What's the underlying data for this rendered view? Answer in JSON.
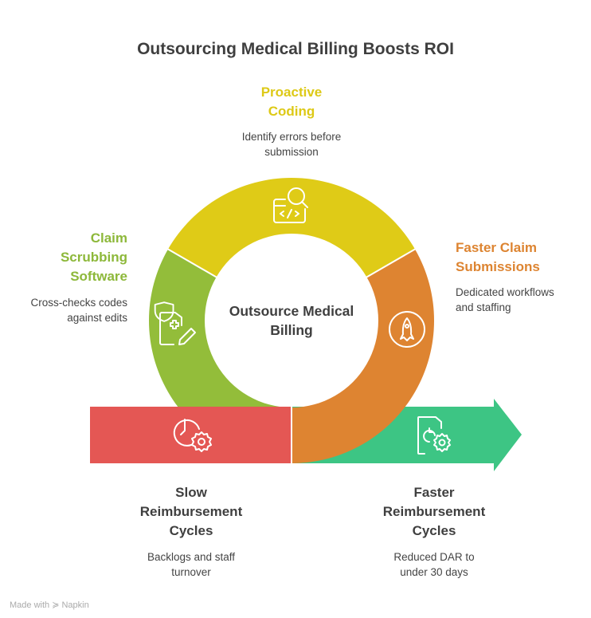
{
  "title": "Outsourcing Medical Billing Boosts ROI",
  "center_label": [
    "Outsource Medical",
    "Billing"
  ],
  "colors": {
    "yellow": "#DFCB17",
    "green": "#93BD3A",
    "orange": "#DE8431",
    "red": "#E45754",
    "teal": "#3DC584",
    "text": "#444444"
  },
  "stages": [
    {
      "id": "proactive-coding",
      "title": [
        "Proactive",
        "Coding"
      ],
      "desc": [
        "Identify errors before",
        "submission"
      ],
      "icon": "code-search-icon"
    },
    {
      "id": "claim-scrubbing",
      "title": [
        "Claim",
        "Scrubbing",
        "Software"
      ],
      "desc": [
        "Cross-checks codes",
        "against edits"
      ],
      "icon": "shield-edit-icon"
    },
    {
      "id": "faster-submissions",
      "title": [
        "Faster Claim",
        "Submissions"
      ],
      "desc": [
        "Dedicated workflows",
        "and staffing"
      ],
      "icon": "rocket-icon"
    },
    {
      "id": "slow-cycles",
      "title": [
        "Slow",
        "Reimbursement",
        "Cycles"
      ],
      "desc": [
        "Backlogs and staff",
        "turnover"
      ],
      "icon": "clock-gear-icon"
    },
    {
      "id": "faster-cycles",
      "title": [
        "Faster",
        "Reimbursement",
        "Cycles"
      ],
      "desc": [
        "Reduced DAR to",
        "under 30 days"
      ],
      "icon": "document-clock-gear-icon"
    }
  ],
  "footer": "Made with ≽ Napkin"
}
